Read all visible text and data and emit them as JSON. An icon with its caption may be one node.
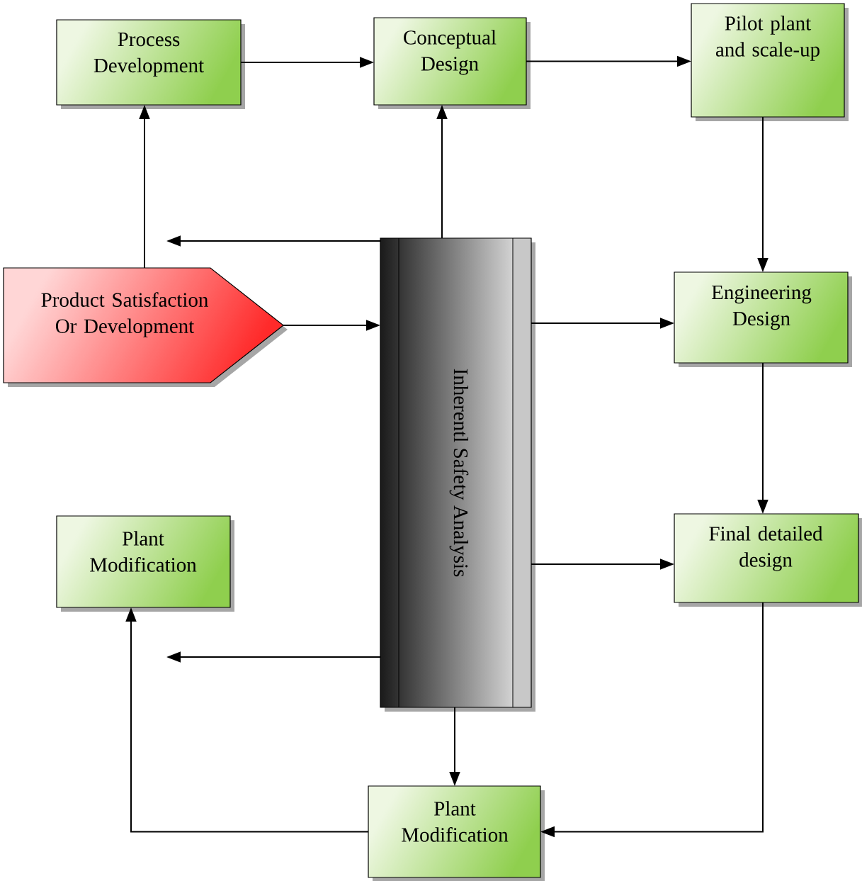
{
  "diagram": {
    "nodes": [
      {
        "text": [
          "Process Development"
        ]
      },
      {
        "text": [
          "Conceptual Design"
        ]
      },
      {
        "text": [
          "Pilot plant and scale-up"
        ]
      },
      {
        "text": [
          "Product Satisfaction Or Development"
        ]
      },
      {
        "text": [
          "Inherentl Safety Analysis"
        ]
      },
      {
        "text": [
          "Engineering Design"
        ]
      },
      {
        "text": [
          "Plant Modification"
        ]
      },
      {
        "text": [
          "Final detailed design"
        ]
      },
      {
        "text": [
          "Plant Modification"
        ]
      }
    ],
    "edges": [
      {
        "from": 0,
        "to": 1,
        "arrow": "to"
      },
      {
        "from": 1,
        "to": 2,
        "arrow": "to"
      },
      {
        "from": 3,
        "to": 0,
        "arrow": "to"
      },
      {
        "from": 4,
        "to": 3,
        "arrow": "to"
      },
      {
        "from": 4,
        "to": 1,
        "arrow": "to"
      },
      {
        "from": 3,
        "to": 4,
        "arrow": "to"
      },
      {
        "from": 2,
        "to": 5,
        "arrow": "to"
      },
      {
        "from": 4,
        "to": 5,
        "arrow": "to"
      },
      {
        "from": 5,
        "to": 7,
        "arrow": "to"
      },
      {
        "from": 4,
        "to": 7,
        "arrow": "to"
      },
      {
        "from": 4,
        "to": 6,
        "arrow": "to"
      },
      {
        "from": 4,
        "to": 8,
        "arrow": "to"
      },
      {
        "from": 7,
        "to": 8,
        "arrow": "to"
      },
      {
        "from": 8,
        "to": 6,
        "arrow": "to"
      }
    ]
  }
}
